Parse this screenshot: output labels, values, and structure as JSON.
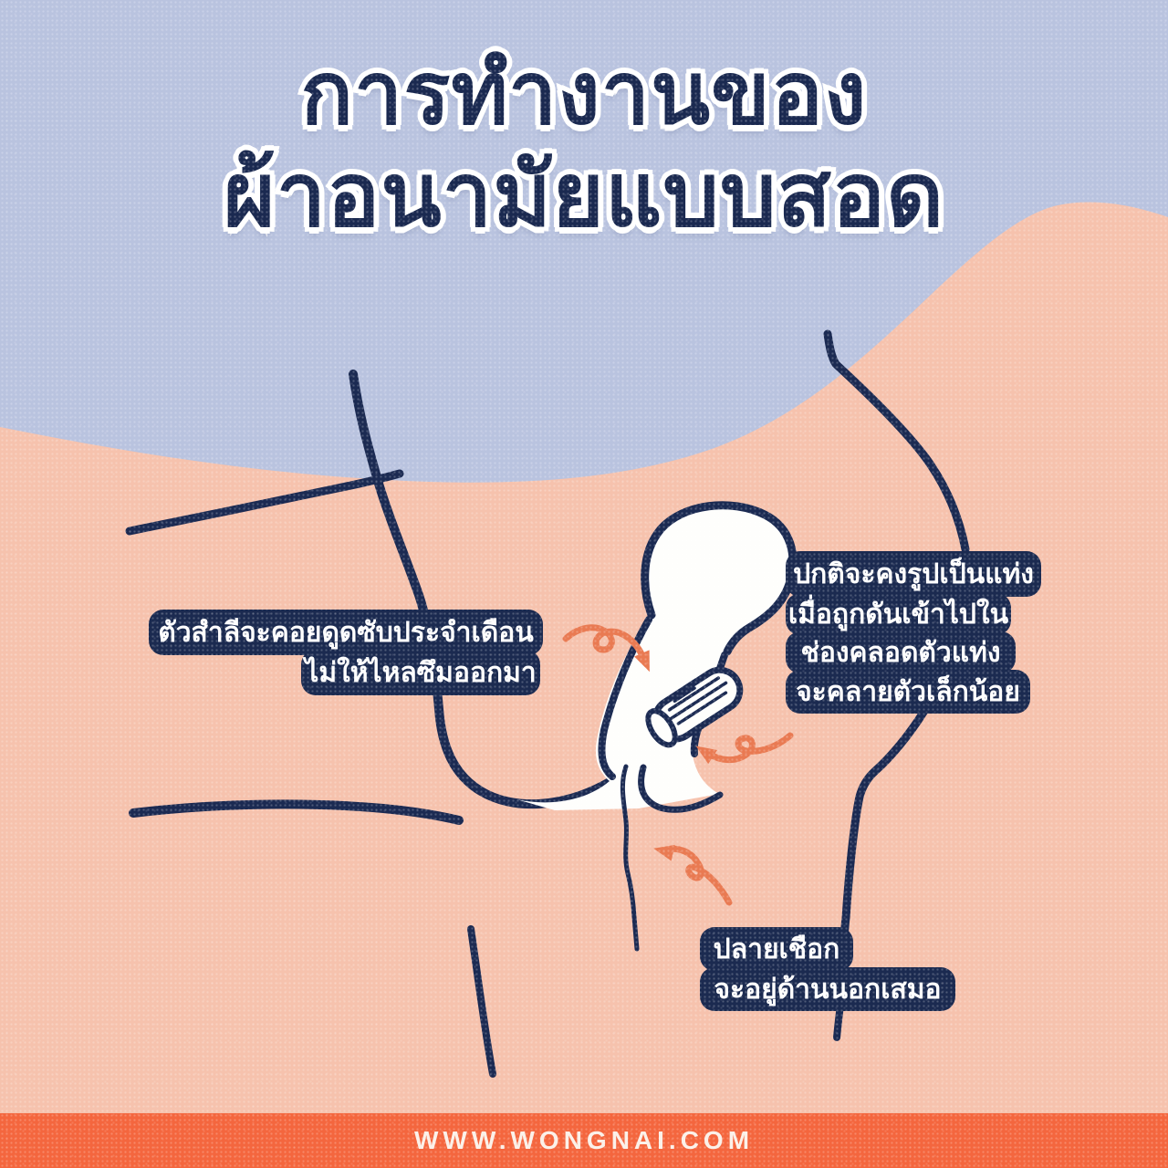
{
  "title": {
    "line1": "การทำงานของ",
    "line2": "ผ้าอนามัยแบบสอด"
  },
  "labels": {
    "absorb": {
      "line1": "ตัวสำลีจะคอยดูดซับประจำเดือน",
      "line2": "ไม่ให้ไหลซึมออกมา"
    },
    "shape": {
      "line1": "ปกติจะคงรูปเป็นแท่ง",
      "line2": "เมื่อถูกดันเข้าไปใน",
      "line3": "ช่องคลอดตัวแท่ง",
      "line4": "จะคลายตัวเล็กน้อย"
    },
    "string": {
      "line1": "ปลายเชือก",
      "line2": "จะอยู่ด้านนอกเสมอ"
    }
  },
  "footer": {
    "url": "WWW.WONGNAI.COM"
  },
  "illustration": {
    "parts": [
      "female-anatomy-outline",
      "uterus",
      "vaginal-canal",
      "tampon",
      "tampon-string",
      "flow-arrows"
    ]
  },
  "colors": {
    "background_blue": "#b9c3df",
    "background_pink": "#f6c2ad",
    "line_navy": "#1b2a52",
    "box_navy": "#1b2a50",
    "text_white": "#ffffff",
    "arrow_orange": "#e97a52",
    "footer_orange": "#f4663e",
    "illustration_white": "#fefefc"
  }
}
